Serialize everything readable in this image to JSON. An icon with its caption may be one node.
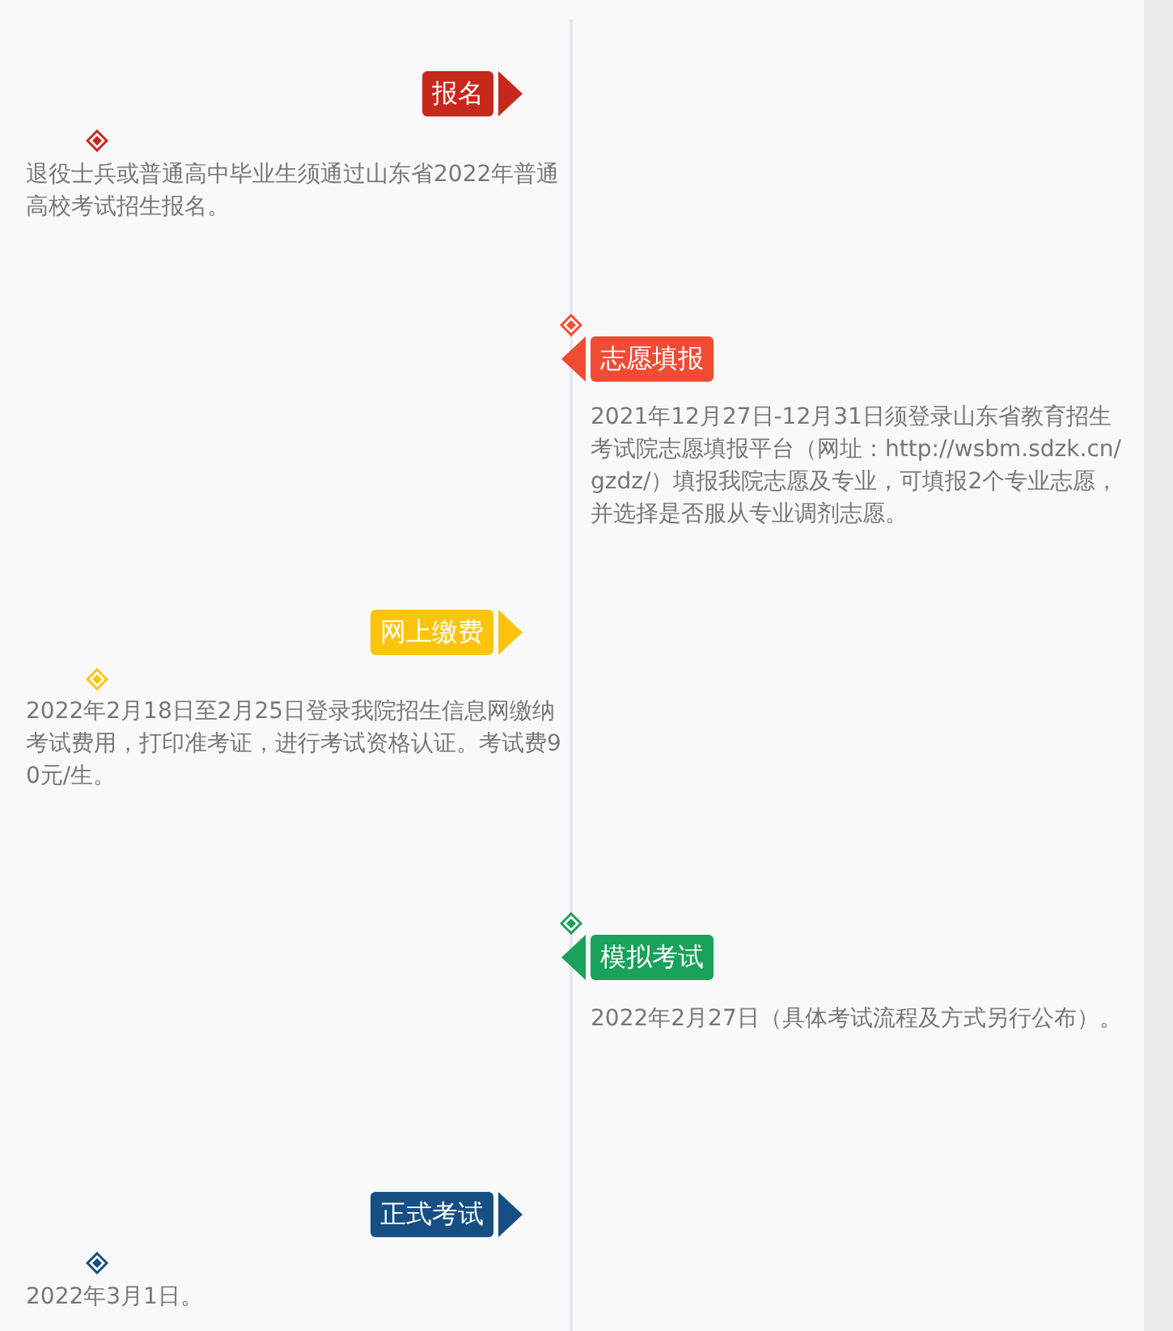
{
  "diagram": {
    "nodes": [
      {
        "text": [
          "报名"
        ]
      },
      {
        "text": [
          "志愿填报"
        ]
      },
      {
        "text": [
          "网上缴费"
        ]
      },
      {
        "text": [
          "模拟考试"
        ]
      },
      {
        "text": [
          "正式考试"
        ]
      }
    ],
    "labels": [
      "退役士兵或普通高中毕业生须通过山东省2022年普通高校考试招生报名。",
      "2021年12月27日-12月31日须登录山东省教育招生考试院志愿填报平台（网址：http://wsbm.sdzk.cn/gzdz/）填报我院志愿及专业，可填报2个专业志愿，并选择是否服从专业调剂志愿。",
      "2022年2月18日至2月25日登录我院招生信息网缴纳考试费用，打印准考证，进行考试资格认证。考试费90元/生。",
      "2022年2月27日（具体考试流程及方式另行公布）。",
      "2022年3月1日。"
    ]
  }
}
